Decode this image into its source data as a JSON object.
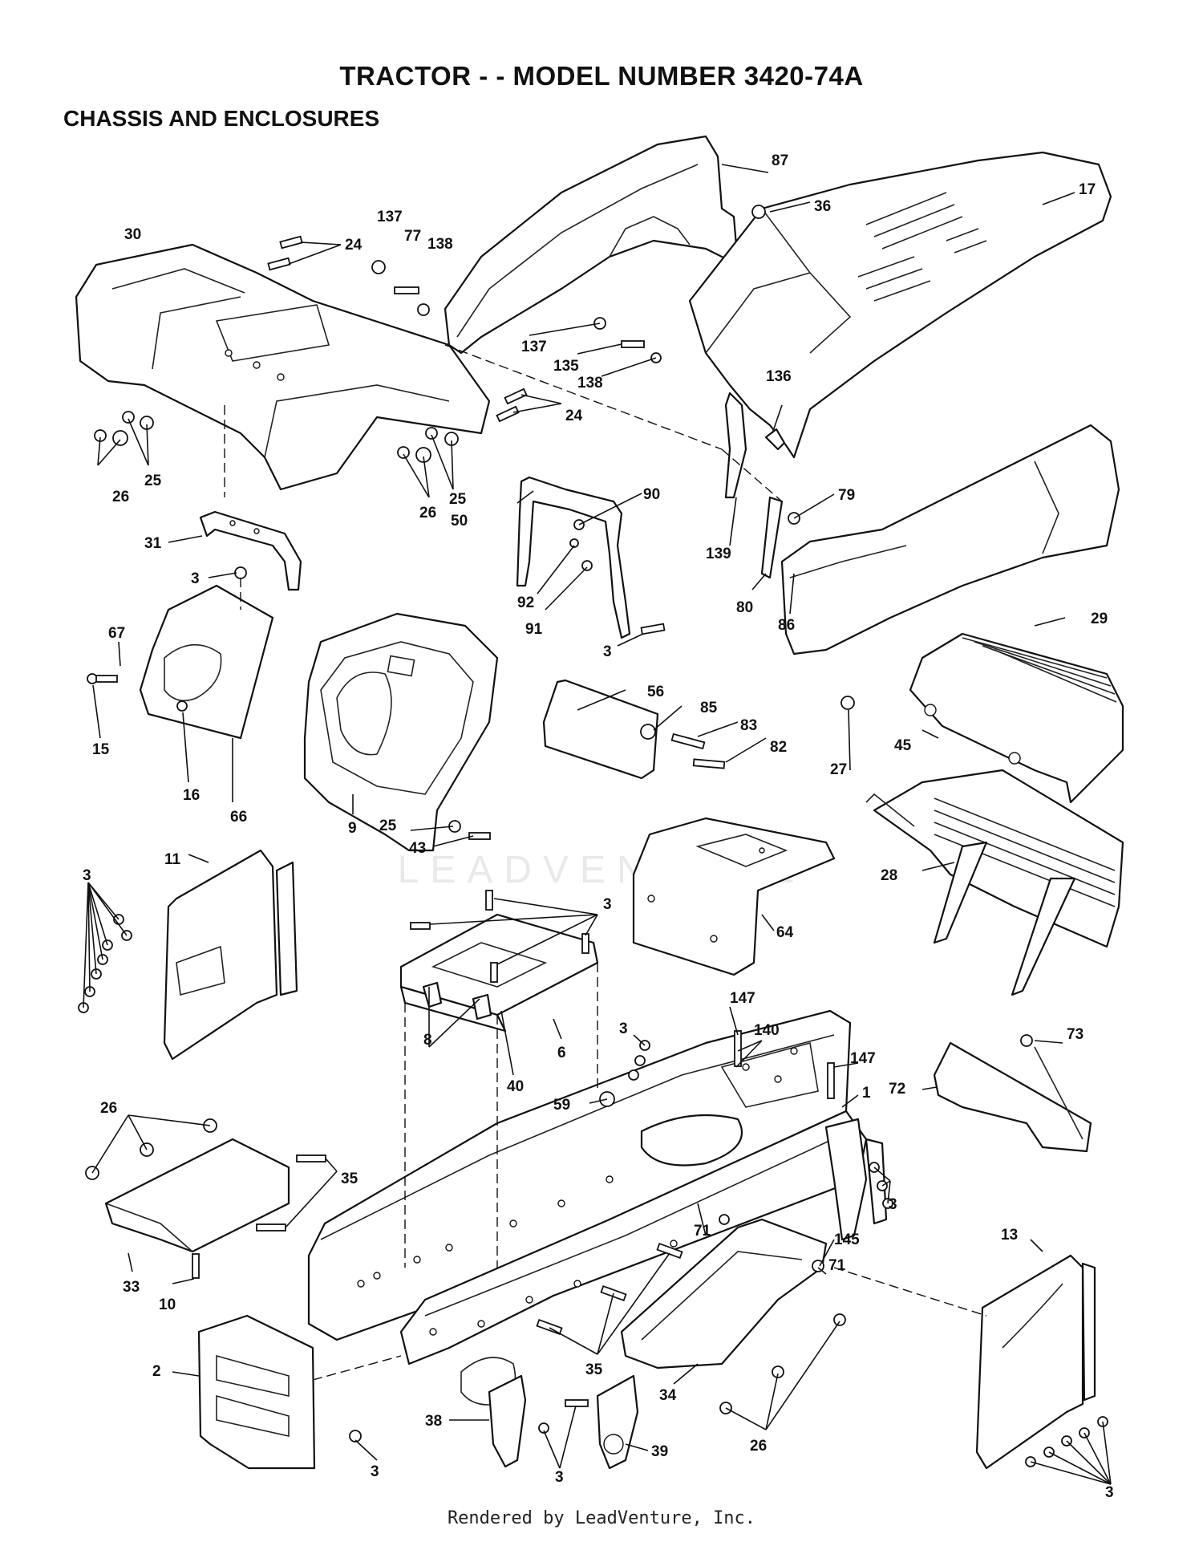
{
  "header": {
    "title": "TRACTOR - - MODEL NUMBER 3420-74A",
    "subtitle": "CHASSIS AND ENCLOSURES"
  },
  "footer": {
    "text": "Rendered by LeadVenture, Inc."
  },
  "watermark": {
    "text": "LEADVENTURE"
  },
  "callouts": [
    {
      "id": "c87",
      "text": "87"
    },
    {
      "id": "c17",
      "text": "17"
    },
    {
      "id": "c36",
      "text": "36"
    },
    {
      "id": "c30",
      "text": "30"
    },
    {
      "id": "c24a",
      "text": "24"
    },
    {
      "id": "c137a",
      "text": "137"
    },
    {
      "id": "c77",
      "text": "77"
    },
    {
      "id": "c138a",
      "text": "138"
    },
    {
      "id": "c137b",
      "text": "137"
    },
    {
      "id": "c135",
      "text": "135"
    },
    {
      "id": "c138b",
      "text": "138"
    },
    {
      "id": "c136",
      "text": "136"
    },
    {
      "id": "c24b",
      "text": "24"
    },
    {
      "id": "c25a",
      "text": "25"
    },
    {
      "id": "c26a",
      "text": "26"
    },
    {
      "id": "c25b",
      "text": "25"
    },
    {
      "id": "c26b",
      "text": "26"
    },
    {
      "id": "c50",
      "text": "50"
    },
    {
      "id": "c90",
      "text": "90"
    },
    {
      "id": "c79",
      "text": "79"
    },
    {
      "id": "c139",
      "text": "139"
    },
    {
      "id": "c31",
      "text": "31"
    },
    {
      "id": "c3a",
      "text": "3"
    },
    {
      "id": "c92",
      "text": "92"
    },
    {
      "id": "c91",
      "text": "91"
    },
    {
      "id": "c80",
      "text": "80"
    },
    {
      "id": "c3b",
      "text": "3"
    },
    {
      "id": "c86",
      "text": "86"
    },
    {
      "id": "c29",
      "text": "29"
    },
    {
      "id": "c67",
      "text": "67"
    },
    {
      "id": "c15",
      "text": "15"
    },
    {
      "id": "c16",
      "text": "16"
    },
    {
      "id": "c66",
      "text": "66"
    },
    {
      "id": "c56",
      "text": "56"
    },
    {
      "id": "c85",
      "text": "85"
    },
    {
      "id": "c83",
      "text": "83"
    },
    {
      "id": "c82",
      "text": "82"
    },
    {
      "id": "c27",
      "text": "27"
    },
    {
      "id": "c45",
      "text": "45"
    },
    {
      "id": "c9",
      "text": "9"
    },
    {
      "id": "c25c",
      "text": "25"
    },
    {
      "id": "c43",
      "text": "43"
    },
    {
      "id": "c11",
      "text": "11"
    },
    {
      "id": "c3c",
      "text": "3"
    },
    {
      "id": "c3d",
      "text": "3"
    },
    {
      "id": "c28",
      "text": "28"
    },
    {
      "id": "c64",
      "text": "64"
    },
    {
      "id": "c40",
      "text": "40"
    },
    {
      "id": "c6",
      "text": "6"
    },
    {
      "id": "c8",
      "text": "8"
    },
    {
      "id": "c147a",
      "text": "147"
    },
    {
      "id": "c3e",
      "text": "3"
    },
    {
      "id": "c140",
      "text": "140"
    },
    {
      "id": "c147b",
      "text": "147"
    },
    {
      "id": "c73",
      "text": "73"
    },
    {
      "id": "c72",
      "text": "72"
    },
    {
      "id": "c59",
      "text": "59"
    },
    {
      "id": "c1",
      "text": "1"
    },
    {
      "id": "c26c",
      "text": "26"
    },
    {
      "id": "c35a",
      "text": "35"
    },
    {
      "id": "c3f",
      "text": "3"
    },
    {
      "id": "c33",
      "text": "33"
    },
    {
      "id": "c10",
      "text": "10"
    },
    {
      "id": "c71a",
      "text": "71"
    },
    {
      "id": "c145",
      "text": "145"
    },
    {
      "id": "c71b",
      "text": "71"
    },
    {
      "id": "c13",
      "text": "13"
    },
    {
      "id": "c2",
      "text": "2"
    },
    {
      "id": "c35b",
      "text": "35"
    },
    {
      "id": "c34",
      "text": "34"
    },
    {
      "id": "c26d",
      "text": "26"
    },
    {
      "id": "c3g",
      "text": "3"
    },
    {
      "id": "c38",
      "text": "38"
    },
    {
      "id": "c3h",
      "text": "3"
    },
    {
      "id": "c39",
      "text": "39"
    },
    {
      "id": "c3i",
      "text": "3"
    }
  ]
}
